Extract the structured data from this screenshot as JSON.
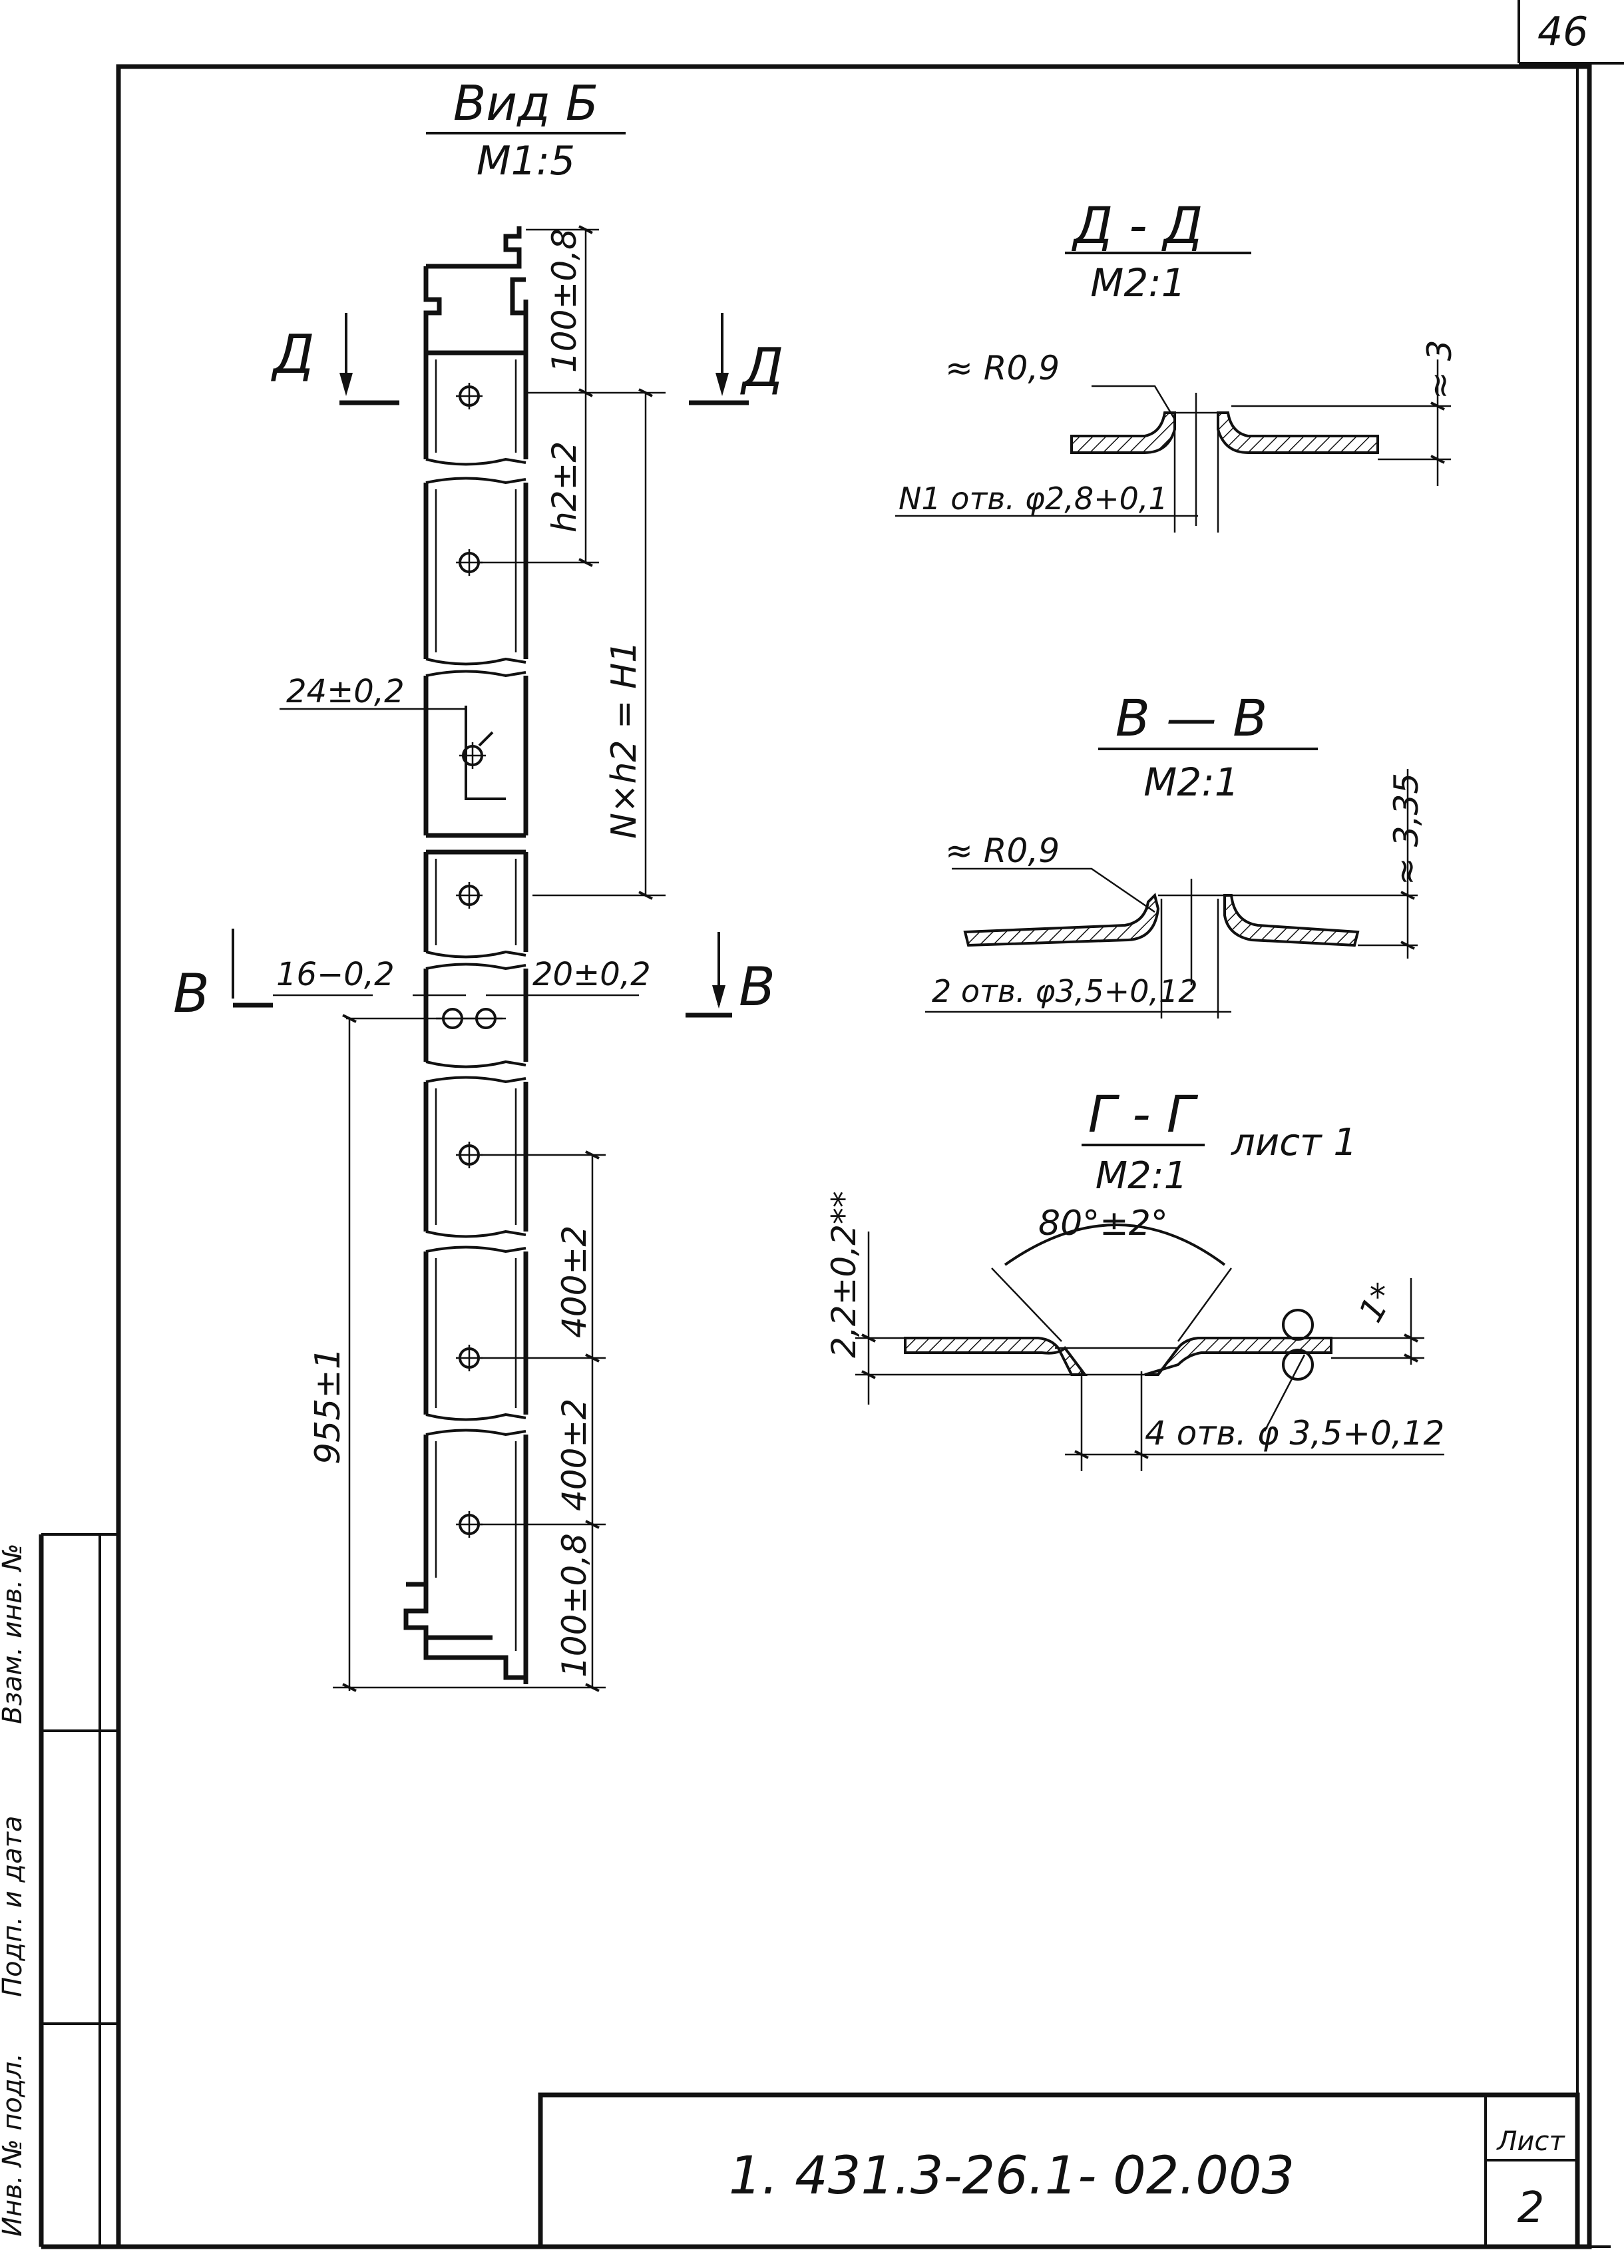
{
  "sheet_number_top": "46",
  "views": {
    "view_b": {
      "title": "Вид Б",
      "scale": "М1:5"
    },
    "section_dd": {
      "title": "Д - Д",
      "scale": "М2:1",
      "mark": "Д"
    },
    "section_vv": {
      "title": "В — В",
      "scale": "М2:1",
      "mark": "В"
    },
    "section_gg": {
      "title": "Г - Г",
      "scale": "М2:1",
      "sheet_ref": "лист 1"
    }
  },
  "dims": {
    "top_end": "100±0,8",
    "pitch_h2": "h2±2",
    "total_h": "N×h2 = H1",
    "d24": "24±0,2",
    "d16": "16−0,2",
    "d20": "20±0,2",
    "d955": "955±1",
    "d400a": "400±2",
    "d400b": "400±2",
    "bottom_end": "100±0,8"
  },
  "dd": {
    "radius": "≈ R0,9",
    "height": "≈ 3",
    "hole": "N1 отв. φ2,8+0,1"
  },
  "vv": {
    "radius": "≈ R0,9",
    "height": "≈ 3,35",
    "hole": "2 отв. φ3,5+0,12"
  },
  "gg": {
    "angle": "80°±2°",
    "depth": "2,2±0,2**",
    "thickness": "1*",
    "hole": "4 отв. φ 3,5+0,12"
  },
  "side_stamp": [
    "Инв. № подл.",
    "Подп. и дата",
    "Взам. инв. №"
  ],
  "title_block": {
    "designation": "1. 431.3-26.1- 02.003",
    "sheet_label": "Лист",
    "sheet_value": "2"
  }
}
